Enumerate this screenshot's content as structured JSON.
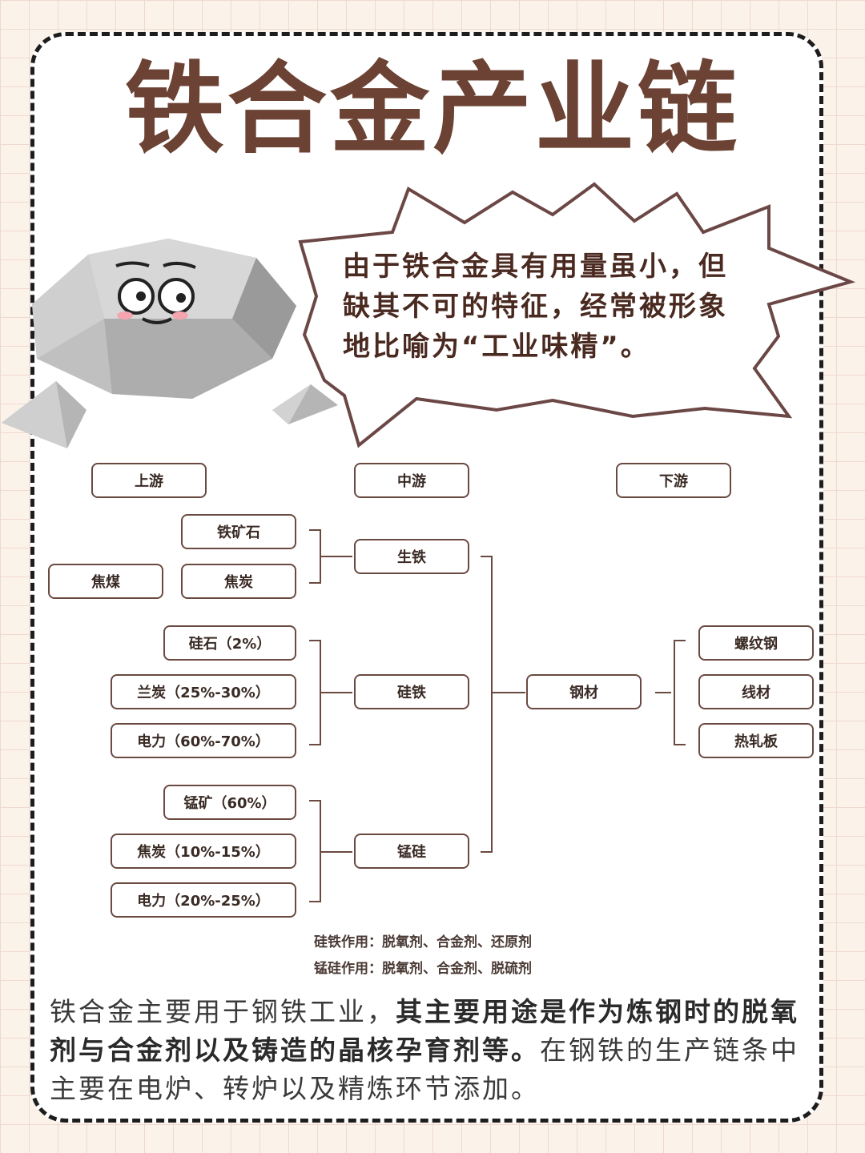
{
  "title": "铁合金产业链",
  "bubble": {
    "text": "由于铁合金具有用量虽小，但缺其不可的特征，经常被形象地比喻为“工业味精”。"
  },
  "headers": {
    "upstream": "上游",
    "midstream": "中游",
    "downstream": "下游"
  },
  "upstream": {
    "iron_ore": "铁矿石",
    "coking_coal": "焦煤",
    "coke": "焦炭",
    "silica": "硅石（2%）",
    "semi_coke": "兰炭（25%-30%）",
    "power_ferrosilicon": "电力（60%-70%）",
    "manganese_ore": "锰矿（60%）",
    "coke_mn": "焦炭（10%-15%）",
    "power_silicomanganese": "电力（20%-25%）"
  },
  "midstream": {
    "pig_iron": "生铁",
    "ferrosilicon": "硅铁",
    "silicomanganese": "锰硅",
    "steel": "钢材"
  },
  "downstream": {
    "rebar": "螺纹钢",
    "wire_rod": "线材",
    "hot_rolled_coil": "热轧板"
  },
  "notes": {
    "ferrosilicon_use": "硅铁作用：脱氧剂、合金剂、还原剂",
    "silicomanganese_use": "锰硅作用：脱氧剂、合金剂、脱硫剂"
  },
  "summary": {
    "part1": "铁合金主要用于钢铁工业，",
    "part2": "其主要用途是作为炼钢时的脱氧剂与合金剂以及铸造的晶核孕育剂等。",
    "part3": "在钢铁的生产链条中主要在电炉、转炉以及精炼环节添加。"
  },
  "colors": {
    "title": "#6b4233",
    "border": "#6a4a40",
    "grid": "#f0d9cf"
  }
}
